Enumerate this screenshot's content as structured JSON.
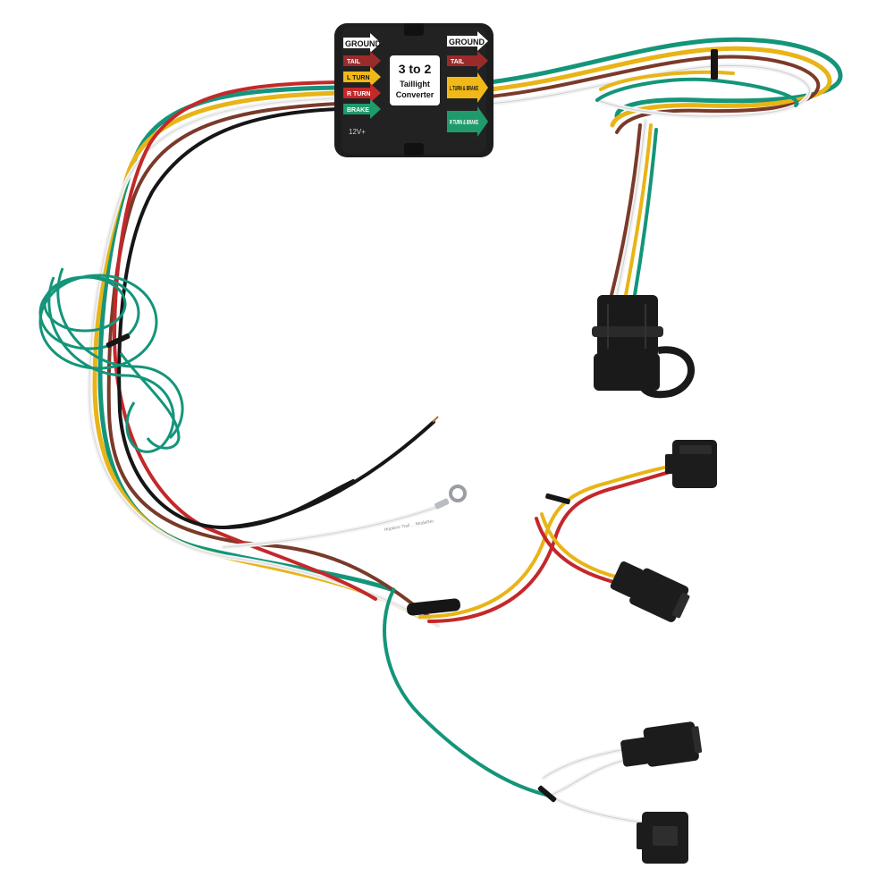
{
  "colors": {
    "green": "#14957a",
    "yellow": "#e8b417",
    "white": "#f2f2f2",
    "brown": "#7a3a2a",
    "red": "#c4282a",
    "black": "#161616",
    "box": "#1d1d1d"
  },
  "converter": {
    "left_labels": {
      "ground": "GROUND",
      "tail": "TAIL",
      "lturn": "L TURN",
      "rturn": "R TURN",
      "brake": "BRAKE"
    },
    "right_labels": {
      "ground": "GROUND",
      "tail": "TAIL",
      "lturn_brake": "L TURN & BRAKE",
      "rturn_brake": "R TURN & BRAKE"
    },
    "badge": {
      "title": "3 to 2",
      "line1": "Taillight",
      "line2": "Converter"
    },
    "voltage": "12V+"
  },
  "wire_print": "Hopkins Trail ... ModelNo"
}
